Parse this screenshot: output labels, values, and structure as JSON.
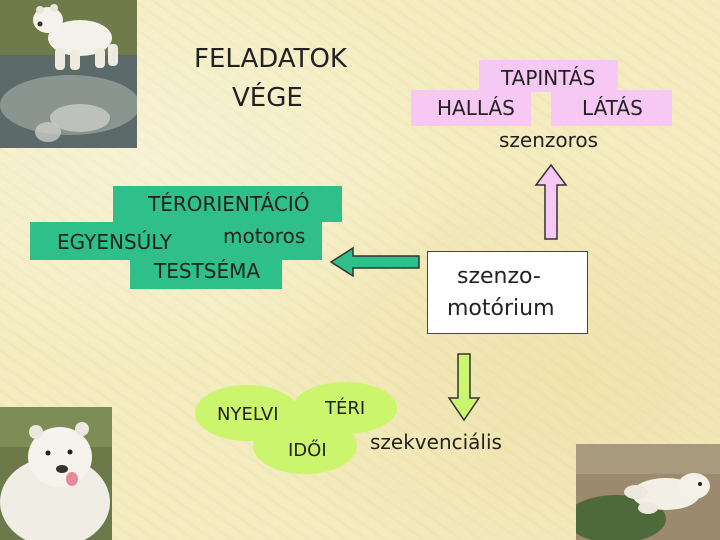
{
  "title": {
    "line1": "FELADATOK",
    "line2": "VÉGE"
  },
  "sensory": {
    "top": "TAPINTÁS",
    "left": "HALLÁS",
    "right": "LÁTÁS",
    "label": "szenzoros"
  },
  "motor": {
    "top": "TÉRORIENTÁCIÓ",
    "left": "EGYENSÚLY",
    "middle": "motoros",
    "bottom": "TESTSÉMA"
  },
  "center": {
    "line1": "szenzo-",
    "line2": "motórium"
  },
  "bottom": {
    "verbal": "NYELVI",
    "spatial": "TÉRI",
    "temporal": "IDŐI",
    "label": "szekvenciális"
  },
  "colors": {
    "green": "#2fbf8a",
    "pink": "#f8c8f4",
    "ellipse": "#ccf56e",
    "background": "#f4ecc0"
  },
  "icons": [
    "polar-bear-photo-top-left",
    "polar-bear-photo-bottom-left",
    "polar-bear-photo-bottom-right",
    "arrow-up-icon",
    "arrow-left-icon",
    "arrow-down-icon"
  ]
}
